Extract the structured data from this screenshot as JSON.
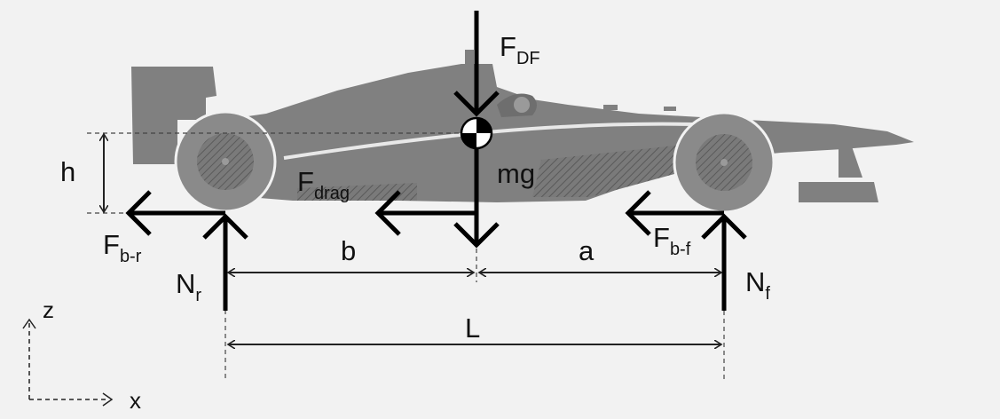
{
  "labels": {
    "f_df_main": "F",
    "f_df_sub": "DF",
    "mg": "mg",
    "f_drag_main": "F",
    "f_drag_sub": "drag",
    "h": "h",
    "f_br_main": "F",
    "f_br_sub": "b-r",
    "n_r_main": "N",
    "n_r_sub": "r",
    "b": "b",
    "a": "a",
    "f_bf_main": "F",
    "f_bf_sub": "b-f",
    "n_f_main": "N",
    "n_f_sub": "f",
    "L": "L",
    "z": "z",
    "x": "x"
  },
  "colors": {
    "background": "#f2f2f2",
    "car_body": "#808080",
    "car_dark": "#6e6e6e",
    "wheel": "#8a8a8a",
    "arrow": "#000000",
    "dim_line": "#222222"
  }
}
